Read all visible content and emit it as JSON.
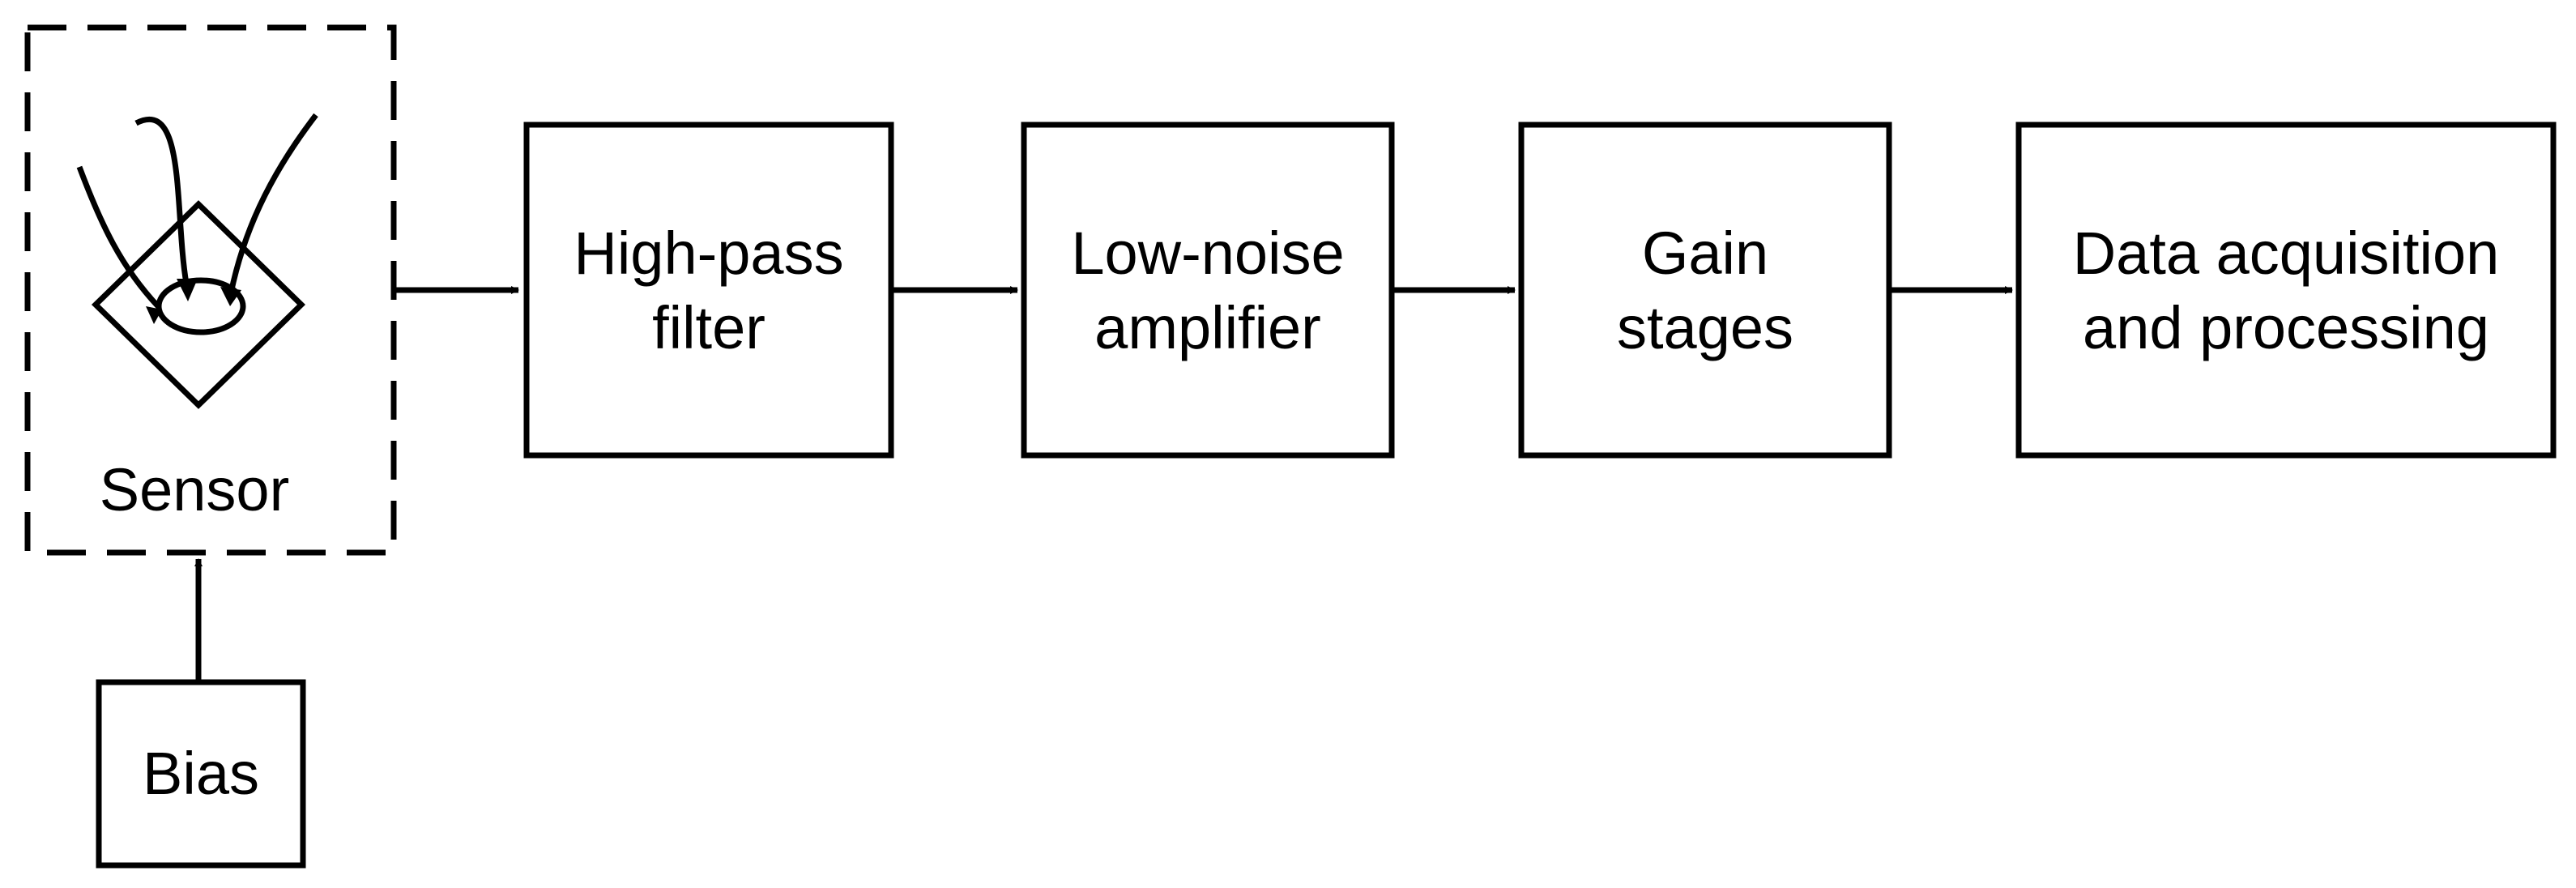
{
  "diagram": {
    "sensor": {
      "label": "Sensor"
    },
    "bias": {
      "label": "Bias"
    },
    "blocks": [
      {
        "line1": "High-pass",
        "line2": "filter"
      },
      {
        "line1": "Low-noise",
        "line2": "amplifier"
      },
      {
        "line1": "Gain",
        "line2": "stages"
      },
      {
        "line1": "Data acquisition",
        "line2": "and processing"
      }
    ]
  }
}
